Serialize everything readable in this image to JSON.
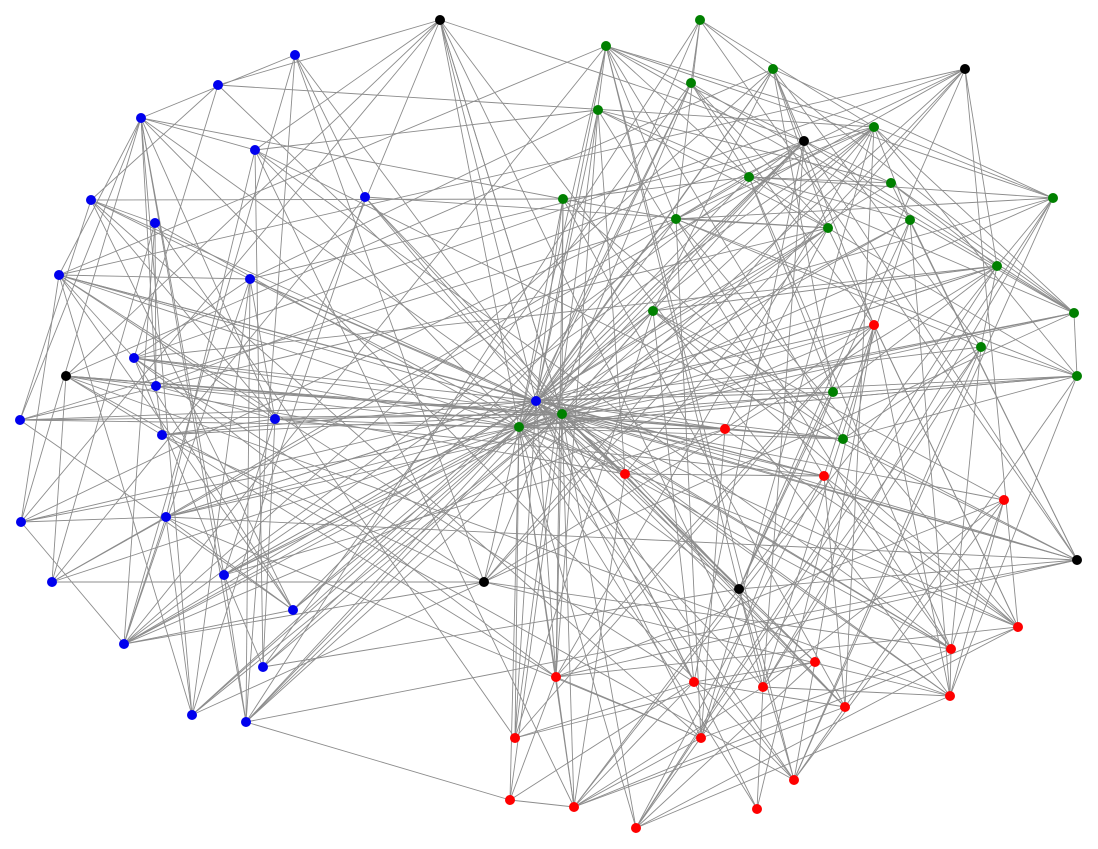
{
  "diagram": {
    "type": "network-graph",
    "edge_color": "#8c8c8c",
    "groups": [
      {
        "id": "blue",
        "color": "#0000ee",
        "node_count": 24
      },
      {
        "id": "green",
        "color": "#008000",
        "node_count": 22
      },
      {
        "id": "red",
        "color": "#ff0000",
        "node_count": 20
      },
      {
        "id": "black",
        "color": "#000000",
        "node_count": 7
      }
    ]
  }
}
